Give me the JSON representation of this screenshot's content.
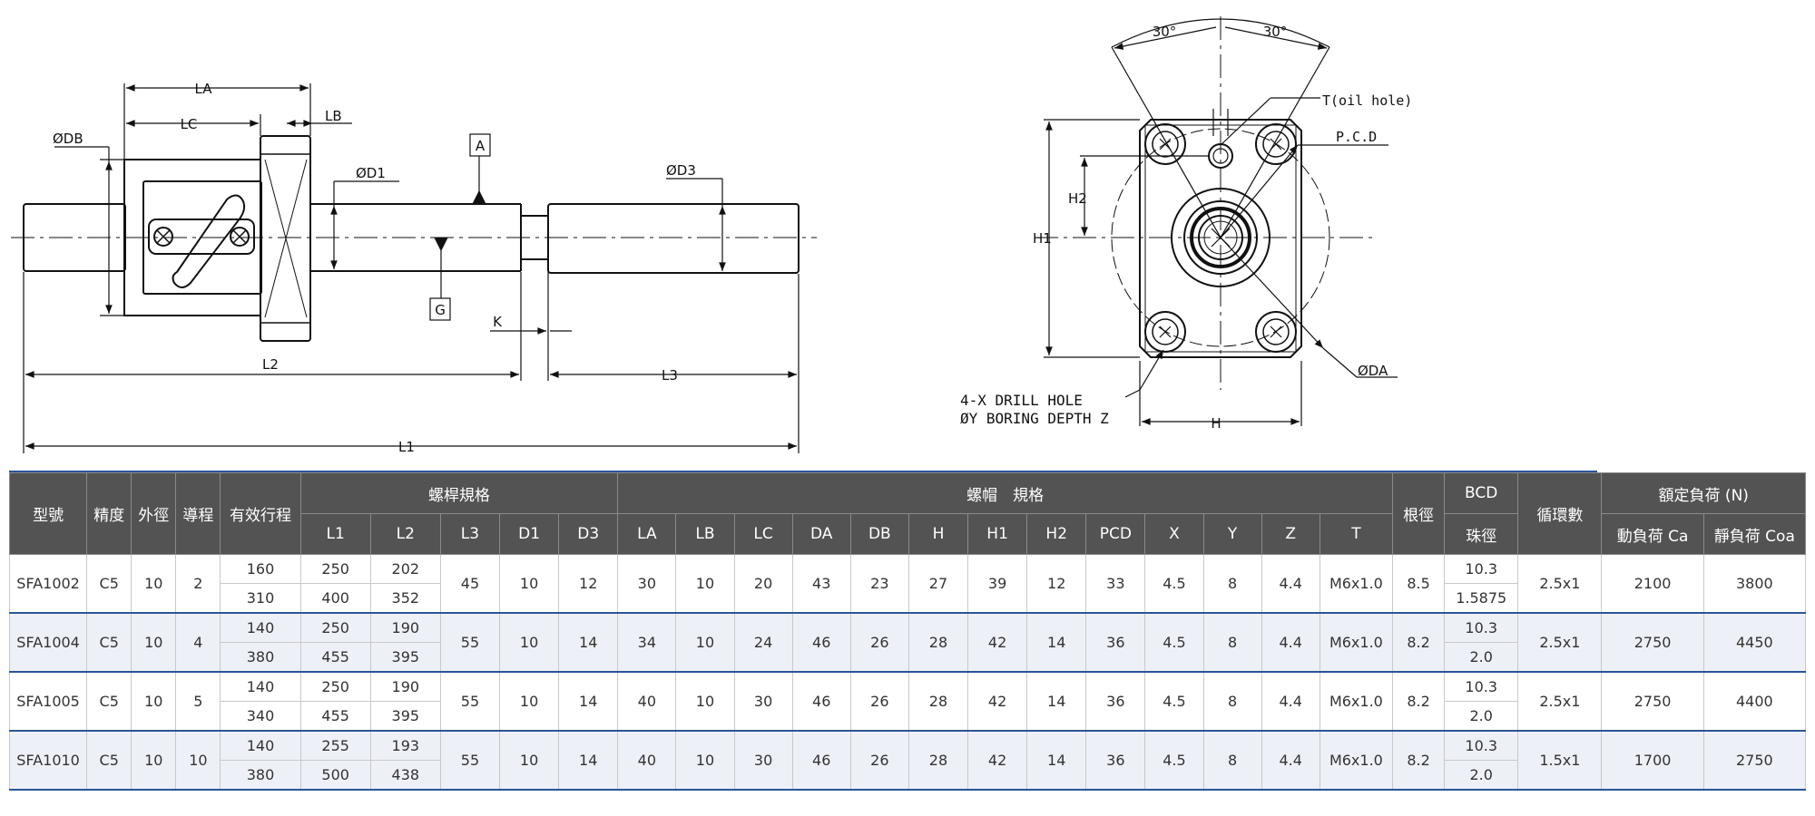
{
  "drawing": {
    "side_labels": {
      "la": "LA",
      "lc": "LC",
      "lb": "LB",
      "db": "ØDB",
      "d1": "ØD1",
      "d3": "ØD3",
      "a": "A",
      "g": "G",
      "k": "K",
      "l2": "L2",
      "l3": "L3",
      "l1": "L1"
    },
    "end_labels": {
      "angle_left": "30°",
      "angle_right": "30°",
      "oil_hole": "T(oil hole)",
      "pcd": "P.C.D",
      "h2": "H2",
      "h1": "H1",
      "da": "ØDA",
      "h": "H",
      "drill_line1": "4-X DRILL HOLE",
      "drill_line2": "ØY BORING DEPTH Z"
    }
  },
  "table": {
    "headers": {
      "model": "型號",
      "grade": "精度",
      "od": "外徑",
      "lead": "導程",
      "stroke": "有效行程",
      "screw_spec": "螺桿規格",
      "nut_spec": "螺帽　規格",
      "root": "根徑",
      "bcd": "BCD",
      "ball": "珠徑",
      "circuits": "循環數",
      "load": "額定負荷 (N)",
      "screw_cols": [
        "L1",
        "L2",
        "L3",
        "D1",
        "D3"
      ],
      "nut_cols": [
        "LA",
        "LB",
        "LC",
        "DA",
        "DB",
        "H",
        "H1",
        "H2",
        "PCD",
        "X",
        "Y",
        "Z",
        "T"
      ],
      "dyn": "動負荷 Ca",
      "stat": "靜負荷 Coa"
    },
    "rows": [
      {
        "model": "SFA1002",
        "grade": "C5",
        "od": "10",
        "lead": "2",
        "sub": [
          {
            "stroke": "160",
            "l1": "250",
            "l2": "202",
            "bcd": "10.3"
          },
          {
            "stroke": "310",
            "l1": "400",
            "l2": "352",
            "bcd": "1.5875"
          }
        ],
        "l3": "45",
        "d1": "10",
        "d3": "12",
        "la": "30",
        "lb": "10",
        "lc": "20",
        "da": "43",
        "db": "23",
        "h": "27",
        "h1": "39",
        "h2": "12",
        "pcd": "33",
        "x": "4.5",
        "y": "8",
        "z": "4.4",
        "t": "M6x1.0",
        "root": "8.5",
        "circ": "2.5x1",
        "ca": "2100",
        "coa": "3800"
      },
      {
        "model": "SFA1004",
        "grade": "C5",
        "od": "10",
        "lead": "4",
        "sub": [
          {
            "stroke": "140",
            "l1": "250",
            "l2": "190",
            "bcd": "10.3"
          },
          {
            "stroke": "380",
            "l1": "455",
            "l2": "395",
            "bcd": "2.0"
          }
        ],
        "l3": "55",
        "d1": "10",
        "d3": "14",
        "la": "34",
        "lb": "10",
        "lc": "24",
        "da": "46",
        "db": "26",
        "h": "28",
        "h1": "42",
        "h2": "14",
        "pcd": "36",
        "x": "4.5",
        "y": "8",
        "z": "4.4",
        "t": "M6x1.0",
        "root": "8.2",
        "circ": "2.5x1",
        "ca": "2750",
        "coa": "4450"
      },
      {
        "model": "SFA1005",
        "grade": "C5",
        "od": "10",
        "lead": "5",
        "sub": [
          {
            "stroke": "140",
            "l1": "250",
            "l2": "190",
            "bcd": "10.3"
          },
          {
            "stroke": "340",
            "l1": "455",
            "l2": "395",
            "bcd": "2.0"
          }
        ],
        "l3": "55",
        "d1": "10",
        "d3": "14",
        "la": "40",
        "lb": "10",
        "lc": "30",
        "da": "46",
        "db": "26",
        "h": "28",
        "h1": "42",
        "h2": "14",
        "pcd": "36",
        "x": "4.5",
        "y": "8",
        "z": "4.4",
        "t": "M6x1.0",
        "root": "8.2",
        "circ": "2.5x1",
        "ca": "2750",
        "coa": "4400"
      },
      {
        "model": "SFA1010",
        "grade": "C5",
        "od": "10",
        "lead": "10",
        "sub": [
          {
            "stroke": "140",
            "l1": "255",
            "l2": "193",
            "bcd": "10.3"
          },
          {
            "stroke": "380",
            "l1": "500",
            "l2": "438",
            "bcd": "2.0"
          }
        ],
        "l3": "55",
        "d1": "10",
        "d3": "14",
        "la": "40",
        "lb": "10",
        "lc": "30",
        "da": "46",
        "db": "26",
        "h": "28",
        "h1": "42",
        "h2": "14",
        "pcd": "36",
        "x": "4.5",
        "y": "8",
        "z": "4.4",
        "t": "M6x1.0",
        "root": "8.2",
        "circ": "1.5x1",
        "ca": "1700",
        "coa": "2750"
      }
    ]
  }
}
